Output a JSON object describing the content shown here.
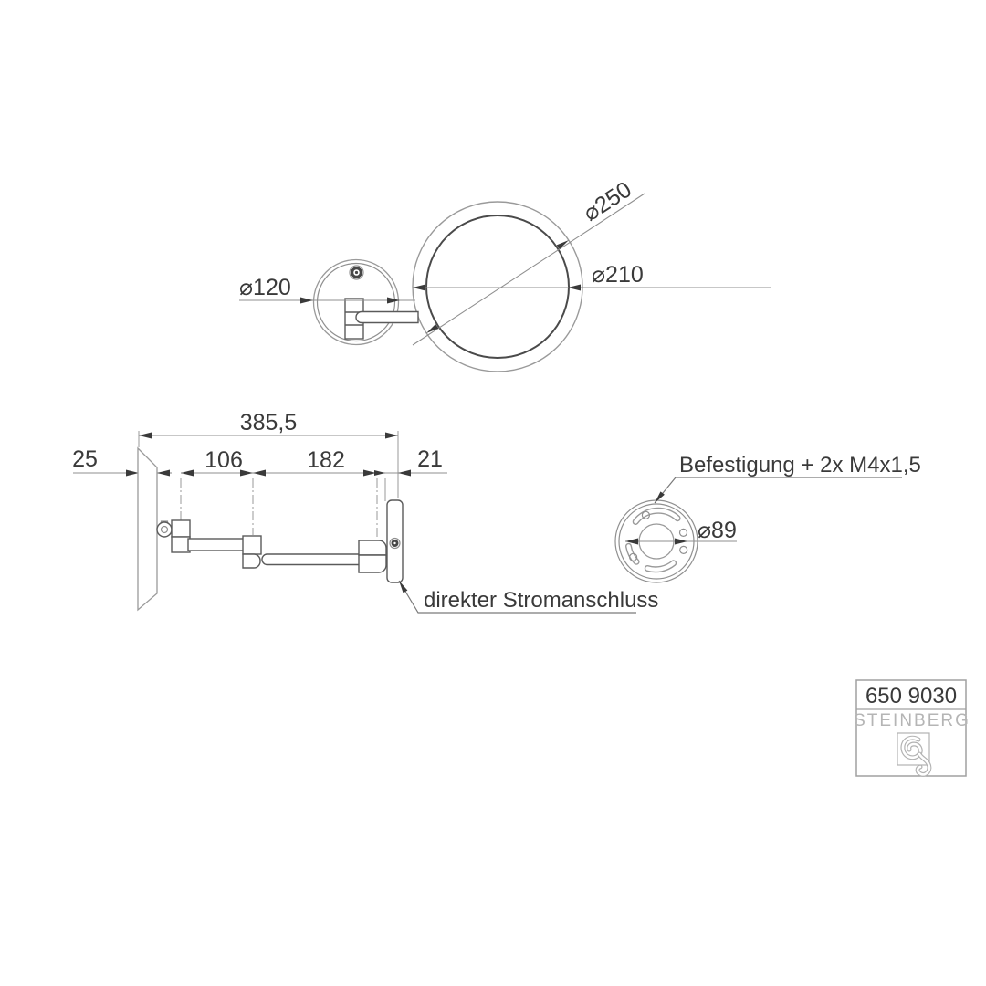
{
  "drawing": {
    "front_view": {
      "dia_mirror_outer": "⌀250",
      "dia_mirror_inner": "⌀210",
      "dia_wall_disc": "⌀120"
    },
    "side_view": {
      "dim_total": "385,5",
      "dim_wall": "25",
      "dim_arm1": "106",
      "dim_arm2": "182",
      "dim_head": "21",
      "note_power": "direkter Stromanschluss"
    },
    "detail_view": {
      "note_mounting": "Befestigung + 2x M4x1,5",
      "dia_plate": "⌀89"
    },
    "title_block": {
      "article_number": "650 9030",
      "brand": "STEINBERG"
    }
  }
}
